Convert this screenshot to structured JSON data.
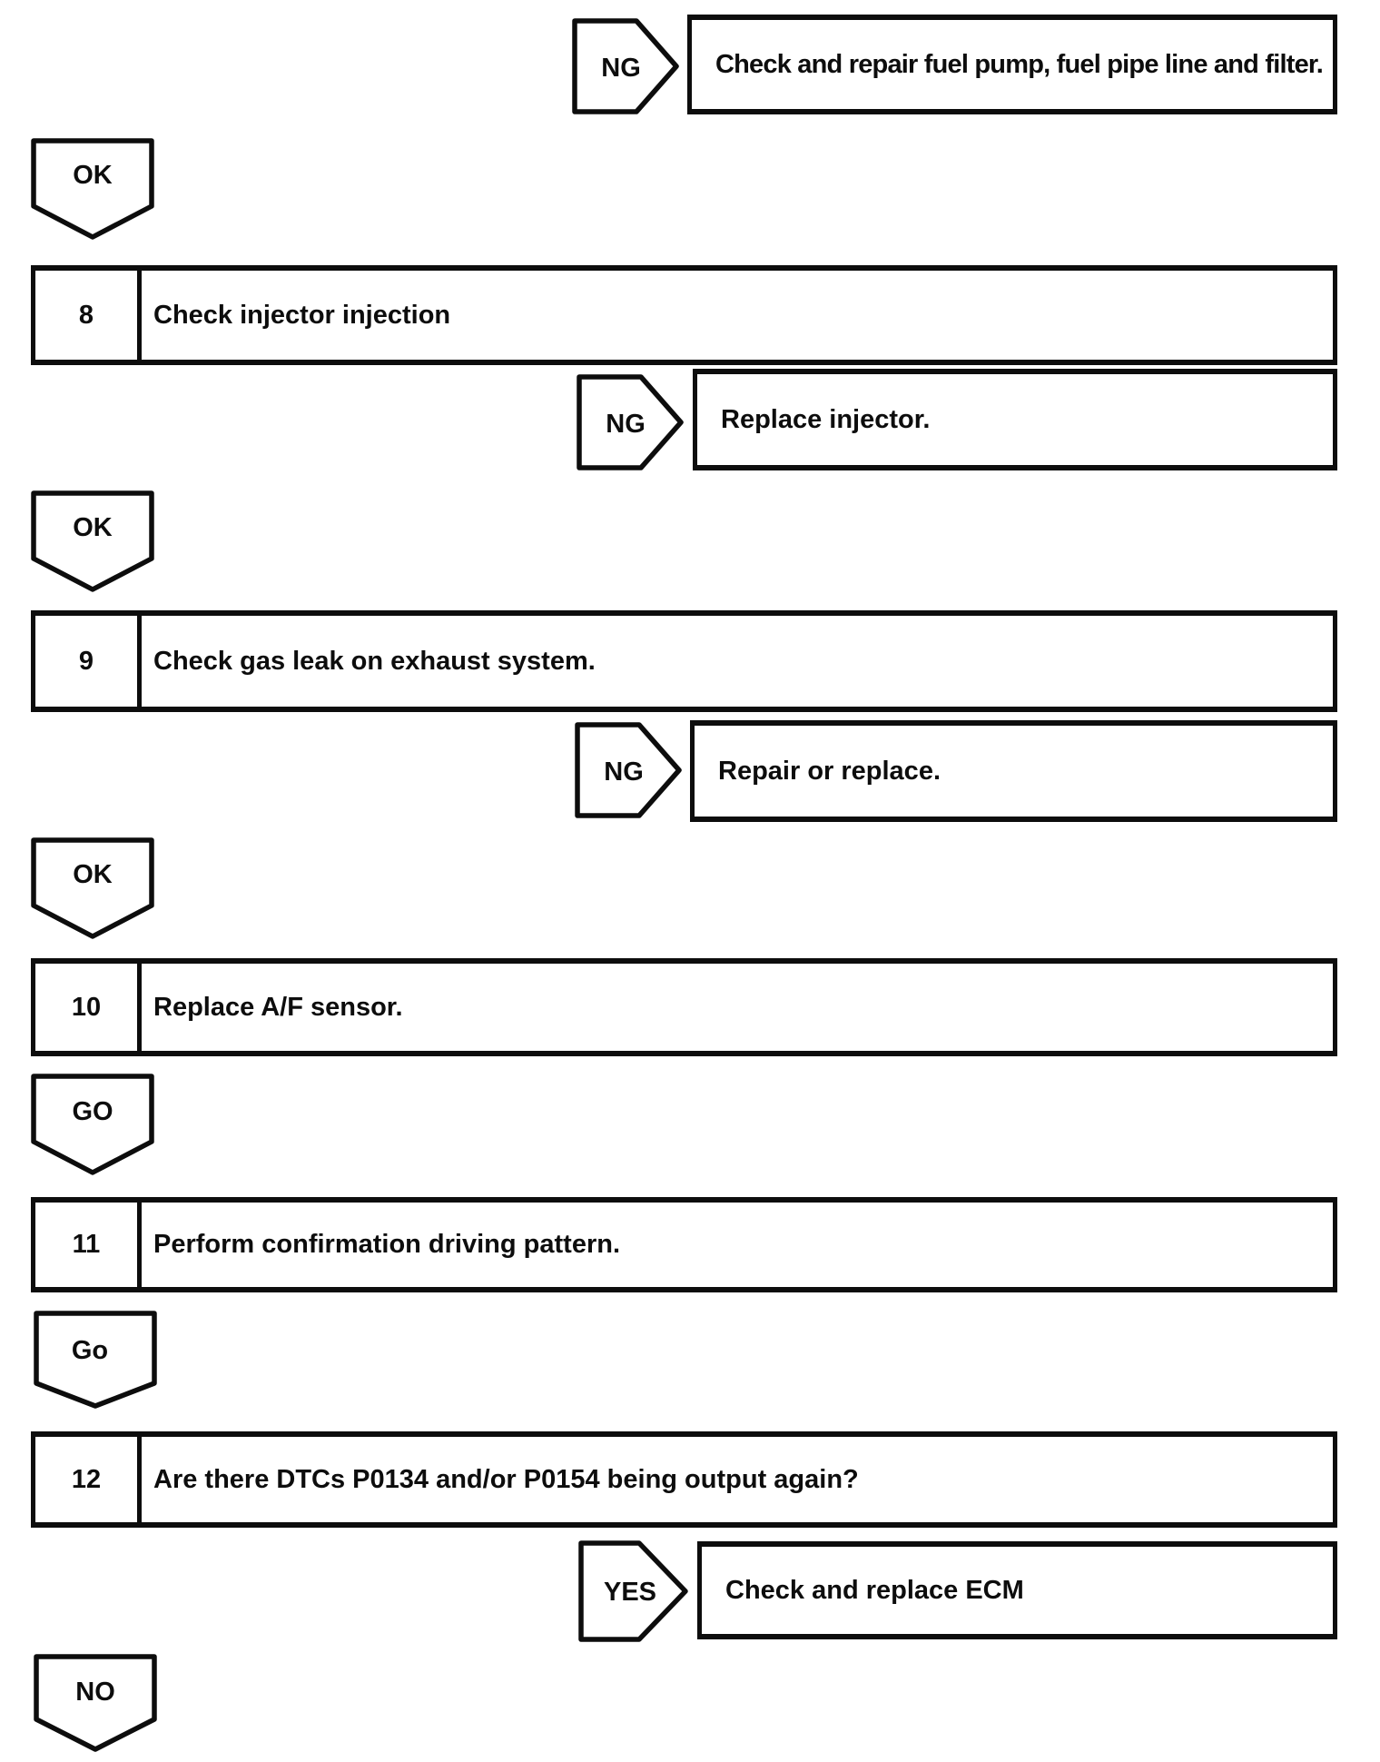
{
  "flowchart": {
    "colors": {
      "ink": "#0d0d0d",
      "paper": "#ffffff"
    },
    "branches": [
      {
        "connector": "NG",
        "action": "Check and repair fuel pump, fuel pipe line and filter."
      },
      {
        "connector": "NG",
        "action": "Replace injector."
      },
      {
        "connector": "NG",
        "action": "Repair or replace."
      },
      {
        "connector": "YES",
        "action": "Check and replace ECM"
      }
    ],
    "connectors": [
      {
        "label": "OK"
      },
      {
        "label": "OK"
      },
      {
        "label": "OK"
      },
      {
        "label": "GO"
      },
      {
        "label": "Go"
      },
      {
        "label": "NO"
      }
    ],
    "steps": [
      {
        "number": "8",
        "title": "Check injector injection"
      },
      {
        "number": "9",
        "title": "Check gas leak on exhaust system."
      },
      {
        "number": "10",
        "title": "Replace A/F sensor."
      },
      {
        "number": "11",
        "title": "Perform confirmation driving pattern."
      },
      {
        "number": "12",
        "title": "Are there DTCs P0134 and/or P0154 being output again?"
      }
    ]
  }
}
